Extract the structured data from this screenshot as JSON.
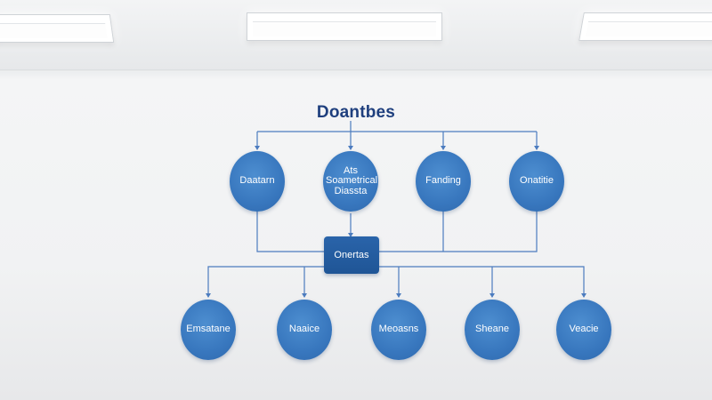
{
  "diagram": {
    "title": "Doantbes",
    "top_nodes": [
      {
        "label": "Daatarn"
      },
      {
        "label": "Ats Soametrical Diassta"
      },
      {
        "label": "Fanding"
      },
      {
        "label": "Onatitie"
      }
    ],
    "center_node": {
      "label": "Onertas"
    },
    "bottom_nodes": [
      {
        "label": "Emsatane"
      },
      {
        "label": "Naaice"
      },
      {
        "label": "Meoasns"
      },
      {
        "label": "Sheane"
      },
      {
        "label": "Veacie"
      }
    ],
    "colors": {
      "title": "#1f3f7e",
      "node_fill": "#3877be",
      "center_fill": "#2a64aa",
      "connector": "#4c7cbf"
    }
  }
}
